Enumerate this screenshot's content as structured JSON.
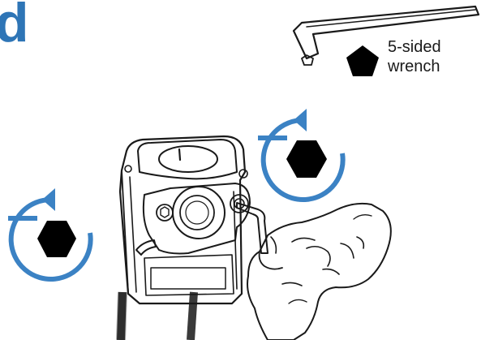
{
  "step": {
    "letter": "d"
  },
  "wrench_legend": {
    "label_line1": "5-sided",
    "label_line2": "wrench",
    "icon": "pentagon-icon"
  },
  "rotation_indicators": [
    {
      "name": "left",
      "direction": "counterclockwise",
      "sign": "−",
      "icon": "hexagon-icon"
    },
    {
      "name": "right",
      "direction": "counterclockwise",
      "sign": "−",
      "icon": "hexagon-icon"
    }
  ],
  "colors": {
    "accent": "#3b82c4",
    "title": "#2e75b6",
    "plate": "#a8a8a8",
    "line": "#1a1a1a"
  }
}
